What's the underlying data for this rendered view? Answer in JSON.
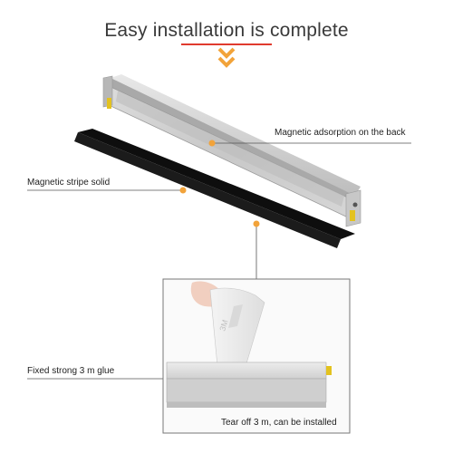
{
  "header": {
    "title": "Easy installation is complete",
    "accent_color": "#e03a2e",
    "chevron_color": "#f2a33a"
  },
  "callouts": {
    "back": "Magnetic adsorption on the back",
    "stripe": "Magnetic stripe solid",
    "glue": "Fixed strong 3 m glue",
    "tear": "Tear off 3 m, can be installed"
  },
  "tape_print": "3M"
}
